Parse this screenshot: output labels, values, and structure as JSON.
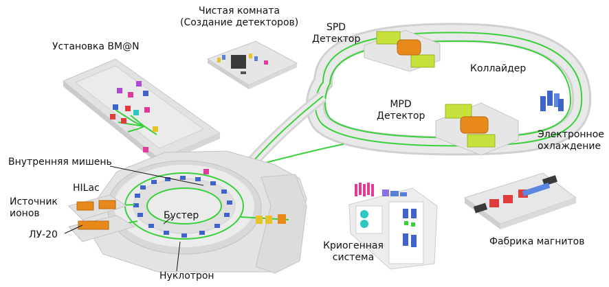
{
  "labels": {
    "clean_room_line1": "Чистая комната",
    "clean_room_line2": "(Создание детекторов)",
    "bmn": "Установка BM@N",
    "spd_line1": "SPD",
    "spd_line2": "Детектор",
    "collider": "Коллайдер",
    "mpd_line1": "MPD",
    "mpd_line2": "Детектор",
    "electron_cooling_line1": "Электронное",
    "electron_cooling_line2": "охлаждение",
    "internal_target": "Внутренняя мишень",
    "hilac": "HILac",
    "ion_source_line1": "Источник",
    "ion_source_line2": "ионов",
    "lu20": "ЛУ-20",
    "booster": "Бустер",
    "nuclotron": "Нуклотрон",
    "cryogenic_line1": "Криогенная",
    "cryogenic_line2": "система",
    "magnet_factory": "Фабрика магнитов"
  },
  "colors": {
    "platform": "#e4e4e4",
    "platform_edge": "#c9c9c9",
    "beamline": "#39d13a",
    "detector_yellow": "#c6e23a",
    "detector_orange": "#e8891c",
    "magnet_blue": "#3f64c8",
    "cryo_pink": "#e03b9a",
    "cryo_teal": "#2cc7c0",
    "factory_red": "#e03c3c"
  }
}
